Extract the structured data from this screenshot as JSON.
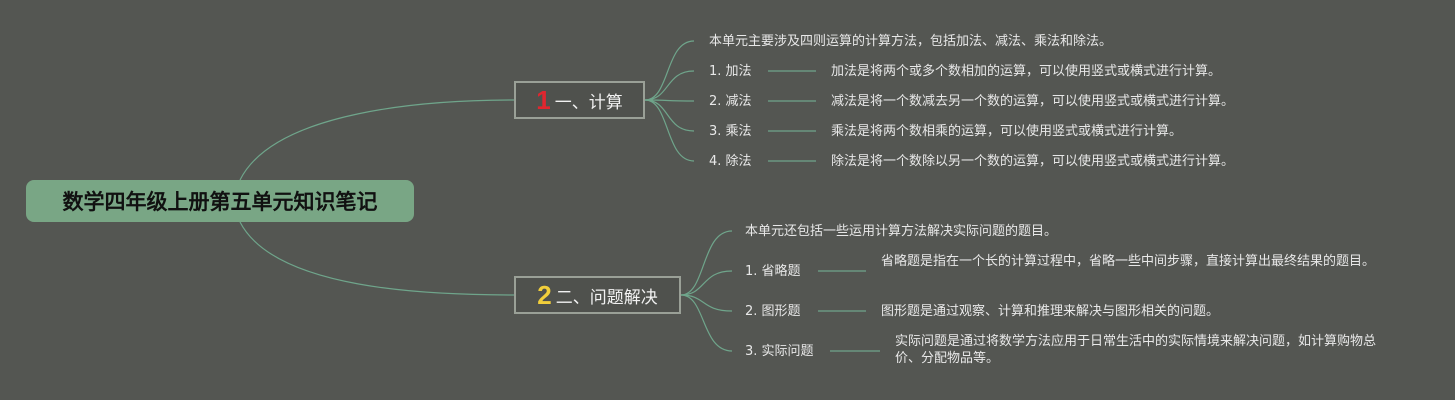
{
  "root": {
    "title": "数学四年级上册第五单元知识笔记"
  },
  "colors": {
    "background": "#545652",
    "root_fill": "#79a685",
    "link": "#6fa58b",
    "badge1": "#e0262f",
    "badge2": "#f2cf3b"
  },
  "branches": [
    {
      "badge": "1",
      "label": "一、计算",
      "intro": "本单元主要涉及四则运算的计算方法，包括加法、减法、乘法和除法。",
      "items": [
        {
          "label": "1. 加法",
          "desc": "加法是将两个或多个数相加的运算，可以使用竖式或横式进行计算。"
        },
        {
          "label": "2. 减法",
          "desc": "减法是将一个数减去另一个数的运算，可以使用竖式或横式进行计算。"
        },
        {
          "label": "3. 乘法",
          "desc": "乘法是将两个数相乘的运算，可以使用竖式或横式进行计算。"
        },
        {
          "label": "4. 除法",
          "desc": "除法是将一个数除以另一个数的运算，可以使用竖式或横式进行计算。"
        }
      ]
    },
    {
      "badge": "2",
      "label": "二、问题解决",
      "intro": "本单元还包括一些运用计算方法解决实际问题的题目。",
      "items": [
        {
          "label": "1. 省略题",
          "desc": "省略题是指在一个长的计算过程中，省略一些中间步骤，直接计算出最终结果的题目。"
        },
        {
          "label": "2. 图形题",
          "desc": "图形题是通过观察、计算和推理来解决与图形相关的问题。"
        },
        {
          "label": "3. 实际问题",
          "desc": "实际问题是通过将数学方法应用于日常生活中的实际情境来解决问题，如计算购物总价、分配物品等。"
        }
      ]
    }
  ]
}
